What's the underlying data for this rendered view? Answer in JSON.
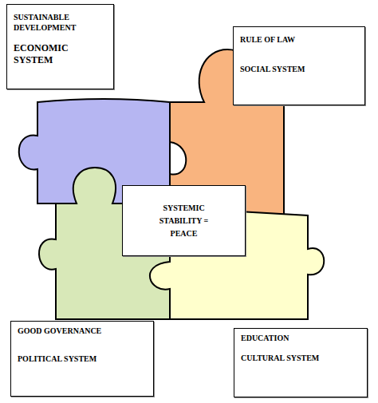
{
  "diagram": {
    "nodes": [
      {
        "text": [
          "SUSTAINABLE DEVELOPMENT",
          "ECONOMIC SYSTEM"
        ]
      },
      {
        "text": [
          "RULE OF LAW",
          "SOCIAL SYSTEM"
        ]
      },
      {
        "text": [
          "SYSTEMIC STABILITY = PEACE"
        ]
      },
      {
        "text": [
          "GOOD GOVERNANCE",
          "POLITICAL SYSTEM"
        ]
      },
      {
        "text": [
          "EDUCATION",
          "CULTURAL SYSTEM"
        ]
      }
    ]
  }
}
